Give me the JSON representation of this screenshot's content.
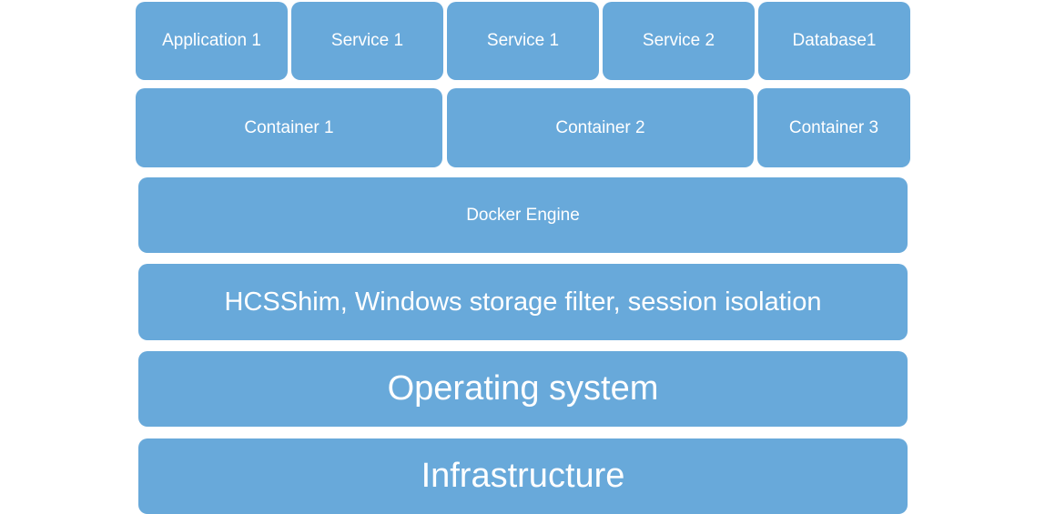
{
  "diagram": {
    "colors": {
      "box_fill": "#68a9da",
      "text": "#ffffff",
      "background": "#ffffff"
    },
    "apps": [
      "Application 1",
      "Service 1",
      "Service 1",
      "Service 2",
      "Database1"
    ],
    "containers": [
      "Container 1",
      "Container 2",
      "Container 3"
    ],
    "engine": "Docker Engine",
    "shim": "HCSShim, Windows storage filter, session isolation",
    "os": "Operating system",
    "infrastructure": "Infrastructure"
  }
}
